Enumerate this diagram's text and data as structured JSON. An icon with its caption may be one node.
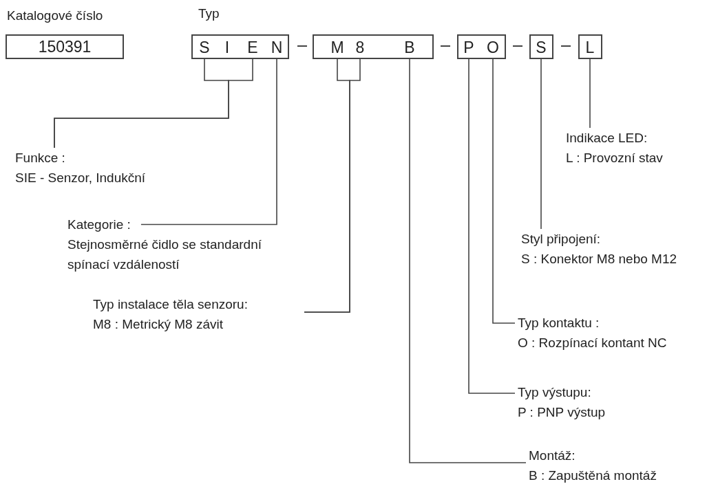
{
  "diagram": {
    "nodes": [
      {
        "text": [
          "Katalogové číslo",
          "150391"
        ]
      },
      {
        "text": [],
        "shape": "box"
      },
      {
        "text": [
          "S"
        ],
        "in": 1
      },
      {
        "text": [
          "I"
        ],
        "in": 1
      },
      {
        "text": [
          "E"
        ],
        "in": 1
      },
      {
        "text": [
          "N"
        ],
        "in": 1
      },
      {
        "text": [],
        "shape": "box"
      },
      {
        "text": [
          "M"
        ],
        "in": 6
      },
      {
        "text": [
          "8"
        ],
        "in": 6
      },
      {
        "text": [
          "B"
        ],
        "in": 6
      },
      {
        "text": [],
        "shape": "box"
      },
      {
        "text": [
          "P"
        ],
        "in": 10
      },
      {
        "text": [
          "O"
        ],
        "in": 10
      },
      {
        "text": [],
        "shape": "box"
      },
      {
        "text": [
          "S"
        ],
        "in": 13
      },
      {
        "text": [],
        "shape": "box"
      },
      {
        "text": [
          "L"
        ],
        "in": 15
      },
      {
        "text": [
          "Funkce :",
          "SIE - Senzor, Indukční"
        ]
      },
      {
        "text": [
          "Kategorie :",
          "Stejnosměrné čidlo se standardní spínací vzdáleností"
        ]
      },
      {
        "text": [
          "Typ instalace těla senzoru:",
          "M8 : Metrický M8 závit"
        ]
      },
      {
        "text": [
          "Montáž:",
          "B : Zapuštěná montáž"
        ]
      },
      {
        "text": [
          "Typ výstupu:",
          "P : PNP výstup"
        ]
      },
      {
        "text": [
          "Typ kontaktu :",
          "O : Rozpínací kontant NC"
        ]
      },
      {
        "text": [
          "Styl připojení:",
          "S : Konektor M8 nebo M12"
        ]
      },
      {
        "text": [
          "Indikace LED:",
          "L : Provozní stav"
        ]
      }
    ],
    "edges": [
      {
        "from": 17,
        "to": 2,
        "arrow": "none"
      },
      {
        "from": 17,
        "to": 4,
        "arrow": "none"
      },
      {
        "from": 18,
        "to": 5,
        "arrow": "none"
      },
      {
        "from": 19,
        "to": 7,
        "arrow": "none"
      },
      {
        "from": 19,
        "to": 8,
        "arrow": "none"
      },
      {
        "from": 20,
        "to": 9,
        "arrow": "none"
      },
      {
        "from": 21,
        "to": 11,
        "arrow": "none"
      },
      {
        "from": 22,
        "to": 12,
        "arrow": "none"
      },
      {
        "from": 23,
        "to": 14,
        "arrow": "none"
      },
      {
        "from": 24,
        "to": 16,
        "arrow": "none"
      }
    ],
    "labels": [
      "Typ"
    ]
  }
}
